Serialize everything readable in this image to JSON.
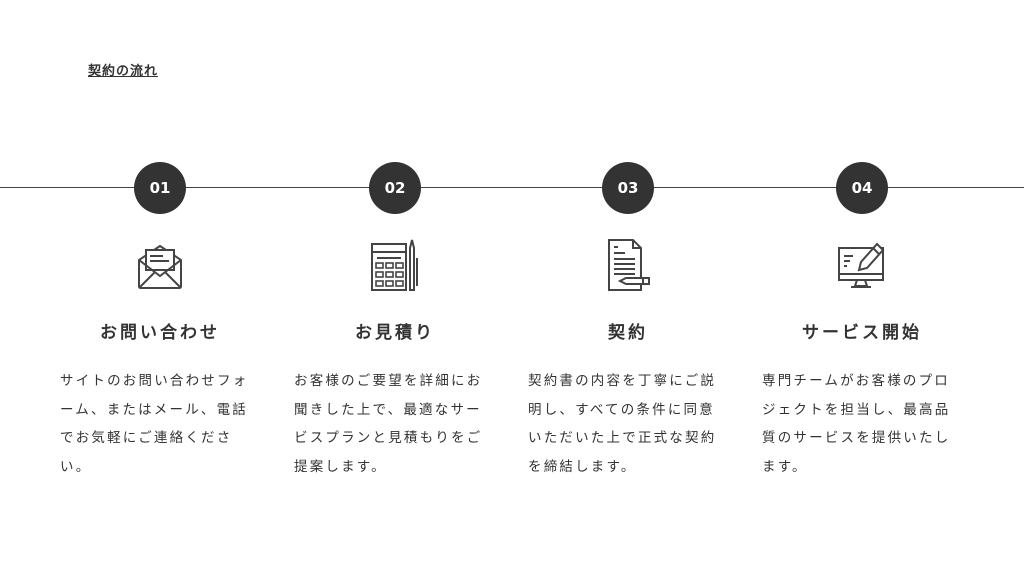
{
  "heading": "契約の流れ",
  "steps": [
    {
      "number": "01",
      "icon": "envelope-icon",
      "title": "お問い合わせ",
      "description": "サイトのお問い合わせフォーム、またはメール、電話でお気軽にご連絡ください。"
    },
    {
      "number": "02",
      "icon": "calculator-icon",
      "title": "お見積り",
      "description": "お客様のご要望を詳細にお聞きした上で、最適なサービスプランと見積もりをご提案します。"
    },
    {
      "number": "03",
      "icon": "contract-document-icon",
      "title": "契約",
      "description": "契約書の内容を丁寧にご説明し、すべての条件に同意いただいた上で正式な契約を締結します。"
    },
    {
      "number": "04",
      "icon": "monitor-edit-icon",
      "title": "サービス開始",
      "description": "専門チームがお客様のプロジェクトを担当し、最高品質のサービスを提供いたします。"
    }
  ]
}
